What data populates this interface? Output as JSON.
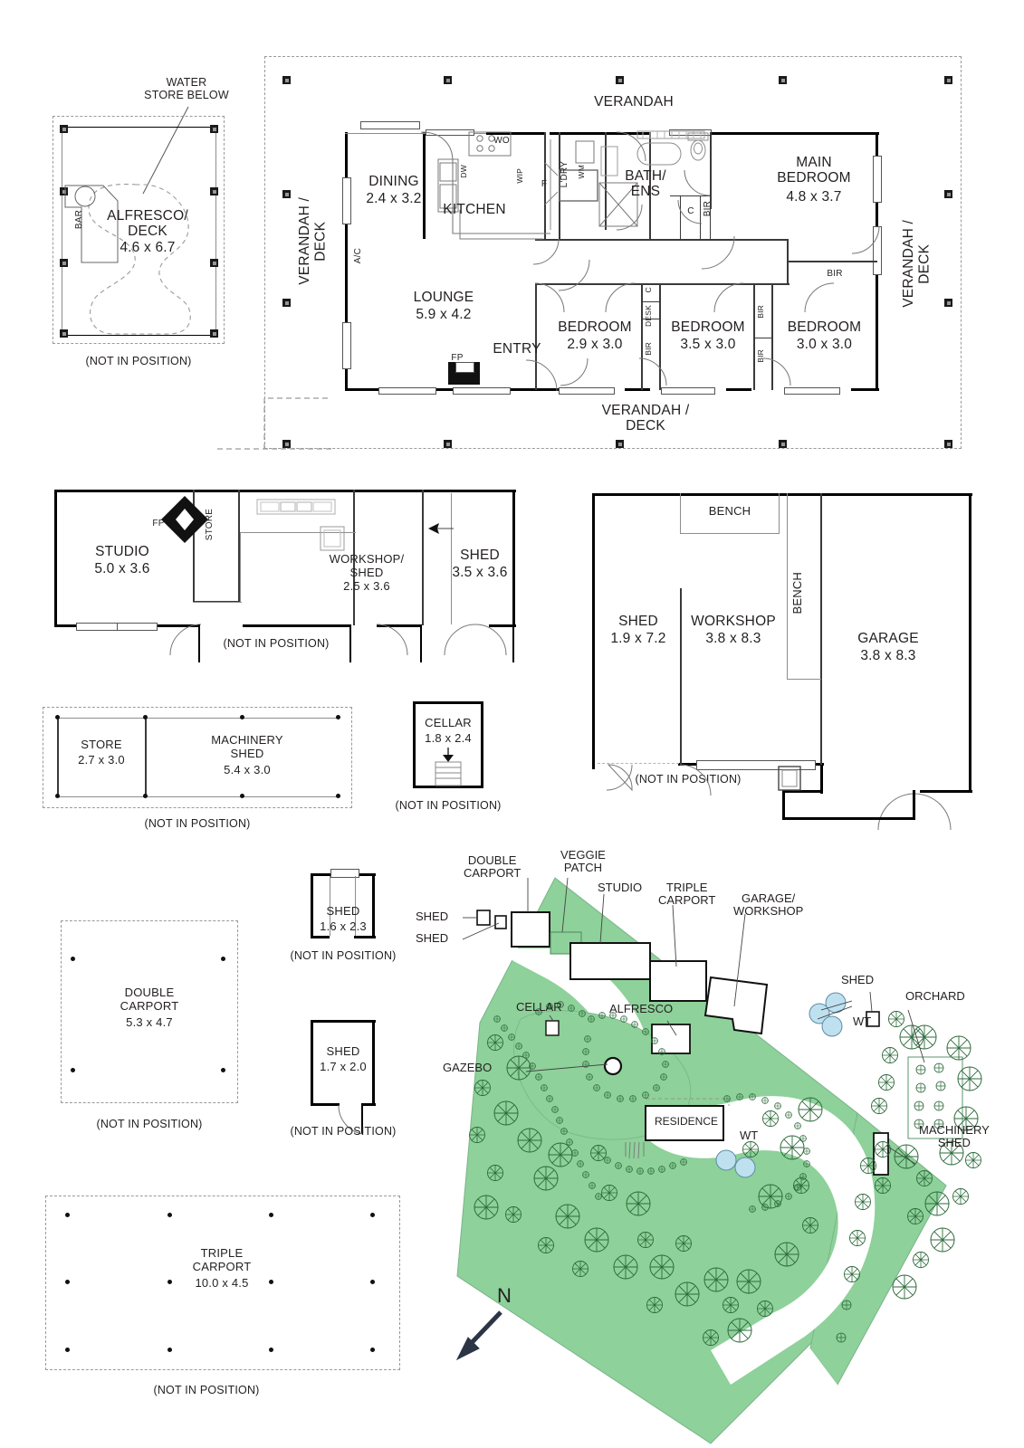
{
  "document": {
    "type": "real-estate-floorplan",
    "north_label": "N",
    "not_in_position_note": "(NOT IN POSITION)"
  },
  "alfresco_block": {
    "annotation": "WATER\nSTORE BELOW",
    "bar_label": "BAR",
    "room": {
      "name": "ALFRESCO/\nDECK",
      "dims": "4.6 x 6.7"
    },
    "footer": "(NOT IN POSITION)"
  },
  "main_house": {
    "verandah_top": "VERANDAH",
    "verandah_left": "VERANDAH /\nDECK",
    "verandah_right": "VERANDAH /\nDECK",
    "verandah_bottom": "VERANDAH /\nDECK",
    "rooms": [
      {
        "name": "DINING",
        "dims": "2.4 x 3.2"
      },
      {
        "name": "KITCHEN",
        "dims": ""
      },
      {
        "name": "LOUNGE",
        "dims": "5.9 x 4.2"
      },
      {
        "name": "ENTRY",
        "dims": ""
      },
      {
        "name": "BATH/\nENS",
        "dims": ""
      },
      {
        "name": "MAIN\nBEDROOM",
        "dims": "4.8 x 3.7"
      },
      {
        "name": "BEDROOM",
        "dims": "2.9 x 3.0"
      },
      {
        "name": "BEDROOM",
        "dims": "3.5 x 3.0"
      },
      {
        "name": "BEDROOM",
        "dims": "3.0 x 3.0"
      }
    ],
    "tags": {
      "wo": "WO",
      "dw": "DW",
      "wip": "WIP",
      "f": "F",
      "ldry": "L'DRY",
      "wm": "WM",
      "ac": "A/C",
      "fp": "FP",
      "c1": "C",
      "bir1": "BIR",
      "bir_right": "BIR",
      "c_desk": "C",
      "desk": "DESK",
      "bir_desk": "BIR",
      "bir_mid_top": "BIR",
      "bir_mid_bot": "BIR"
    }
  },
  "studio_block": {
    "fp": "FP",
    "store": "STORE",
    "rooms": [
      {
        "name": "STUDIO",
        "dims": "5.0 x 3.6"
      },
      {
        "name": "WORKSHOP/\nSHED",
        "dims": "2.5 x 3.6"
      },
      {
        "name": "SHED",
        "dims": "3.5 x 3.6"
      }
    ],
    "footer": "(NOT IN POSITION)"
  },
  "garage_block": {
    "bench_top": "BENCH",
    "bench_vertical": "BENCH",
    "rooms": [
      {
        "name": "SHED",
        "dims": "1.9 x 7.2"
      },
      {
        "name": "WORKSHOP",
        "dims": "3.8 x 8.3"
      },
      {
        "name": "GARAGE",
        "dims": "3.8 x 8.3"
      }
    ],
    "footer": "(NOT IN POSITION)"
  },
  "machinery_block": {
    "rooms": [
      {
        "name": "STORE",
        "dims": "2.7 x 3.0"
      },
      {
        "name": "MACHINERY\nSHED",
        "dims": "5.4 x 3.0"
      }
    ],
    "footer": "(NOT IN POSITION)"
  },
  "cellar_block": {
    "room": {
      "name": "CELLAR",
      "dims": "1.8 x 2.4"
    },
    "footer": "(NOT IN POSITION)"
  },
  "double_carport_block": {
    "room": {
      "name": "DOUBLE\nCARPORT",
      "dims": "5.3 x 4.7"
    },
    "footer": "(NOT IN POSITION)"
  },
  "shed_small_1": {
    "room": {
      "name": "SHED",
      "dims": "1.6 x 2.3"
    },
    "footer": "(NOT IN POSITION)"
  },
  "shed_small_2": {
    "room": {
      "name": "SHED",
      "dims": "1.7 x 2.0"
    },
    "footer": "(NOT IN POSITION)"
  },
  "triple_carport_block": {
    "room": {
      "name": "TRIPLE\nCARPORT",
      "dims": "10.0 x 4.5"
    },
    "footer": "(NOT IN POSITION)"
  },
  "site_plan": {
    "grass_color": "#8ed19a",
    "labels": [
      {
        "key": "shed-upper",
        "text": "SHED"
      },
      {
        "key": "shed-lower",
        "text": "SHED"
      },
      {
        "key": "double-carport",
        "text": "DOUBLE\nCARPORT"
      },
      {
        "key": "veggie-patch",
        "text": "VEGGIE\nPATCH"
      },
      {
        "key": "studio",
        "text": "STUDIO"
      },
      {
        "key": "triple-carport",
        "text": "TRIPLE\nCARPORT"
      },
      {
        "key": "garage-workshop",
        "text": "GARAGE/\nWORKSHOP"
      },
      {
        "key": "shed-right",
        "text": "SHED"
      },
      {
        "key": "orchard",
        "text": "ORCHARD"
      },
      {
        "key": "cellar",
        "text": "CELLAR"
      },
      {
        "key": "alfresco",
        "text": "ALFRESCO"
      },
      {
        "key": "gazebo",
        "text": "GAZEBO"
      },
      {
        "key": "residence",
        "text": "RESIDENCE"
      },
      {
        "key": "wt-right",
        "text": "WT"
      },
      {
        "key": "wt-centre",
        "text": "WT"
      },
      {
        "key": "machinery-shed",
        "text": "MACHINERY\nSHED"
      }
    ],
    "compass": "N"
  }
}
